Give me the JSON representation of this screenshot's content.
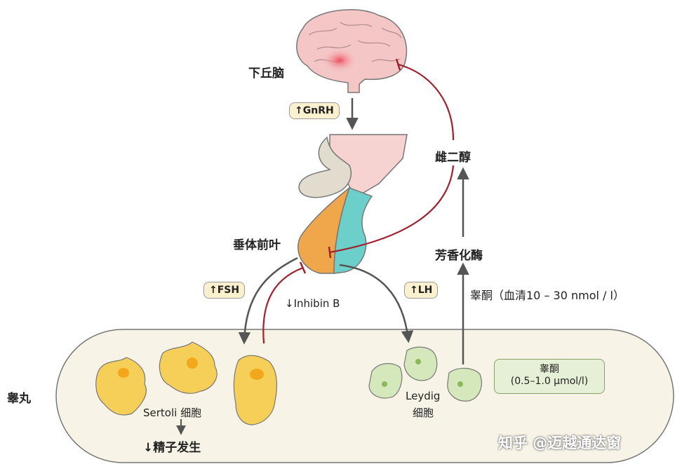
{
  "labels": {
    "hypothalamus": "下丘脑",
    "gnrh": "↑GnRH",
    "estradiol": "雌二醇",
    "pituitary": "垂体前叶",
    "aromatase": "芳香化酶",
    "fsh": "↑FSH",
    "lh": "↑LH",
    "inhibin": "↓Inhibin B",
    "testosterone_serum": "睾酮（血清10 – 30 nmol / l）",
    "testis": "睾丸",
    "testosterone_local_title": "睾酮",
    "testosterone_local_value": "(0.5–1.0 μmol/l)",
    "sertoli_cells": "Sertoli 细胞",
    "spermatogenesis": "↓精子发生",
    "leydig": "Leydig",
    "leydig_cells": "细胞"
  },
  "watermark": "知乎 @迈越通达窗",
  "colors": {
    "brain": "#f4c6c6",
    "hypothalamus_spot": "#ef5b6b",
    "pituitary_anterior": "#f0a64a",
    "pituitary_intermediate": "#6ccfc9",
    "sertoli": "#f6cf58",
    "leydig": "#d5e8bc",
    "inhibit_line": "#a0202e",
    "arrow_gray": "#555555",
    "pill_bg": "#fdf0cf"
  }
}
